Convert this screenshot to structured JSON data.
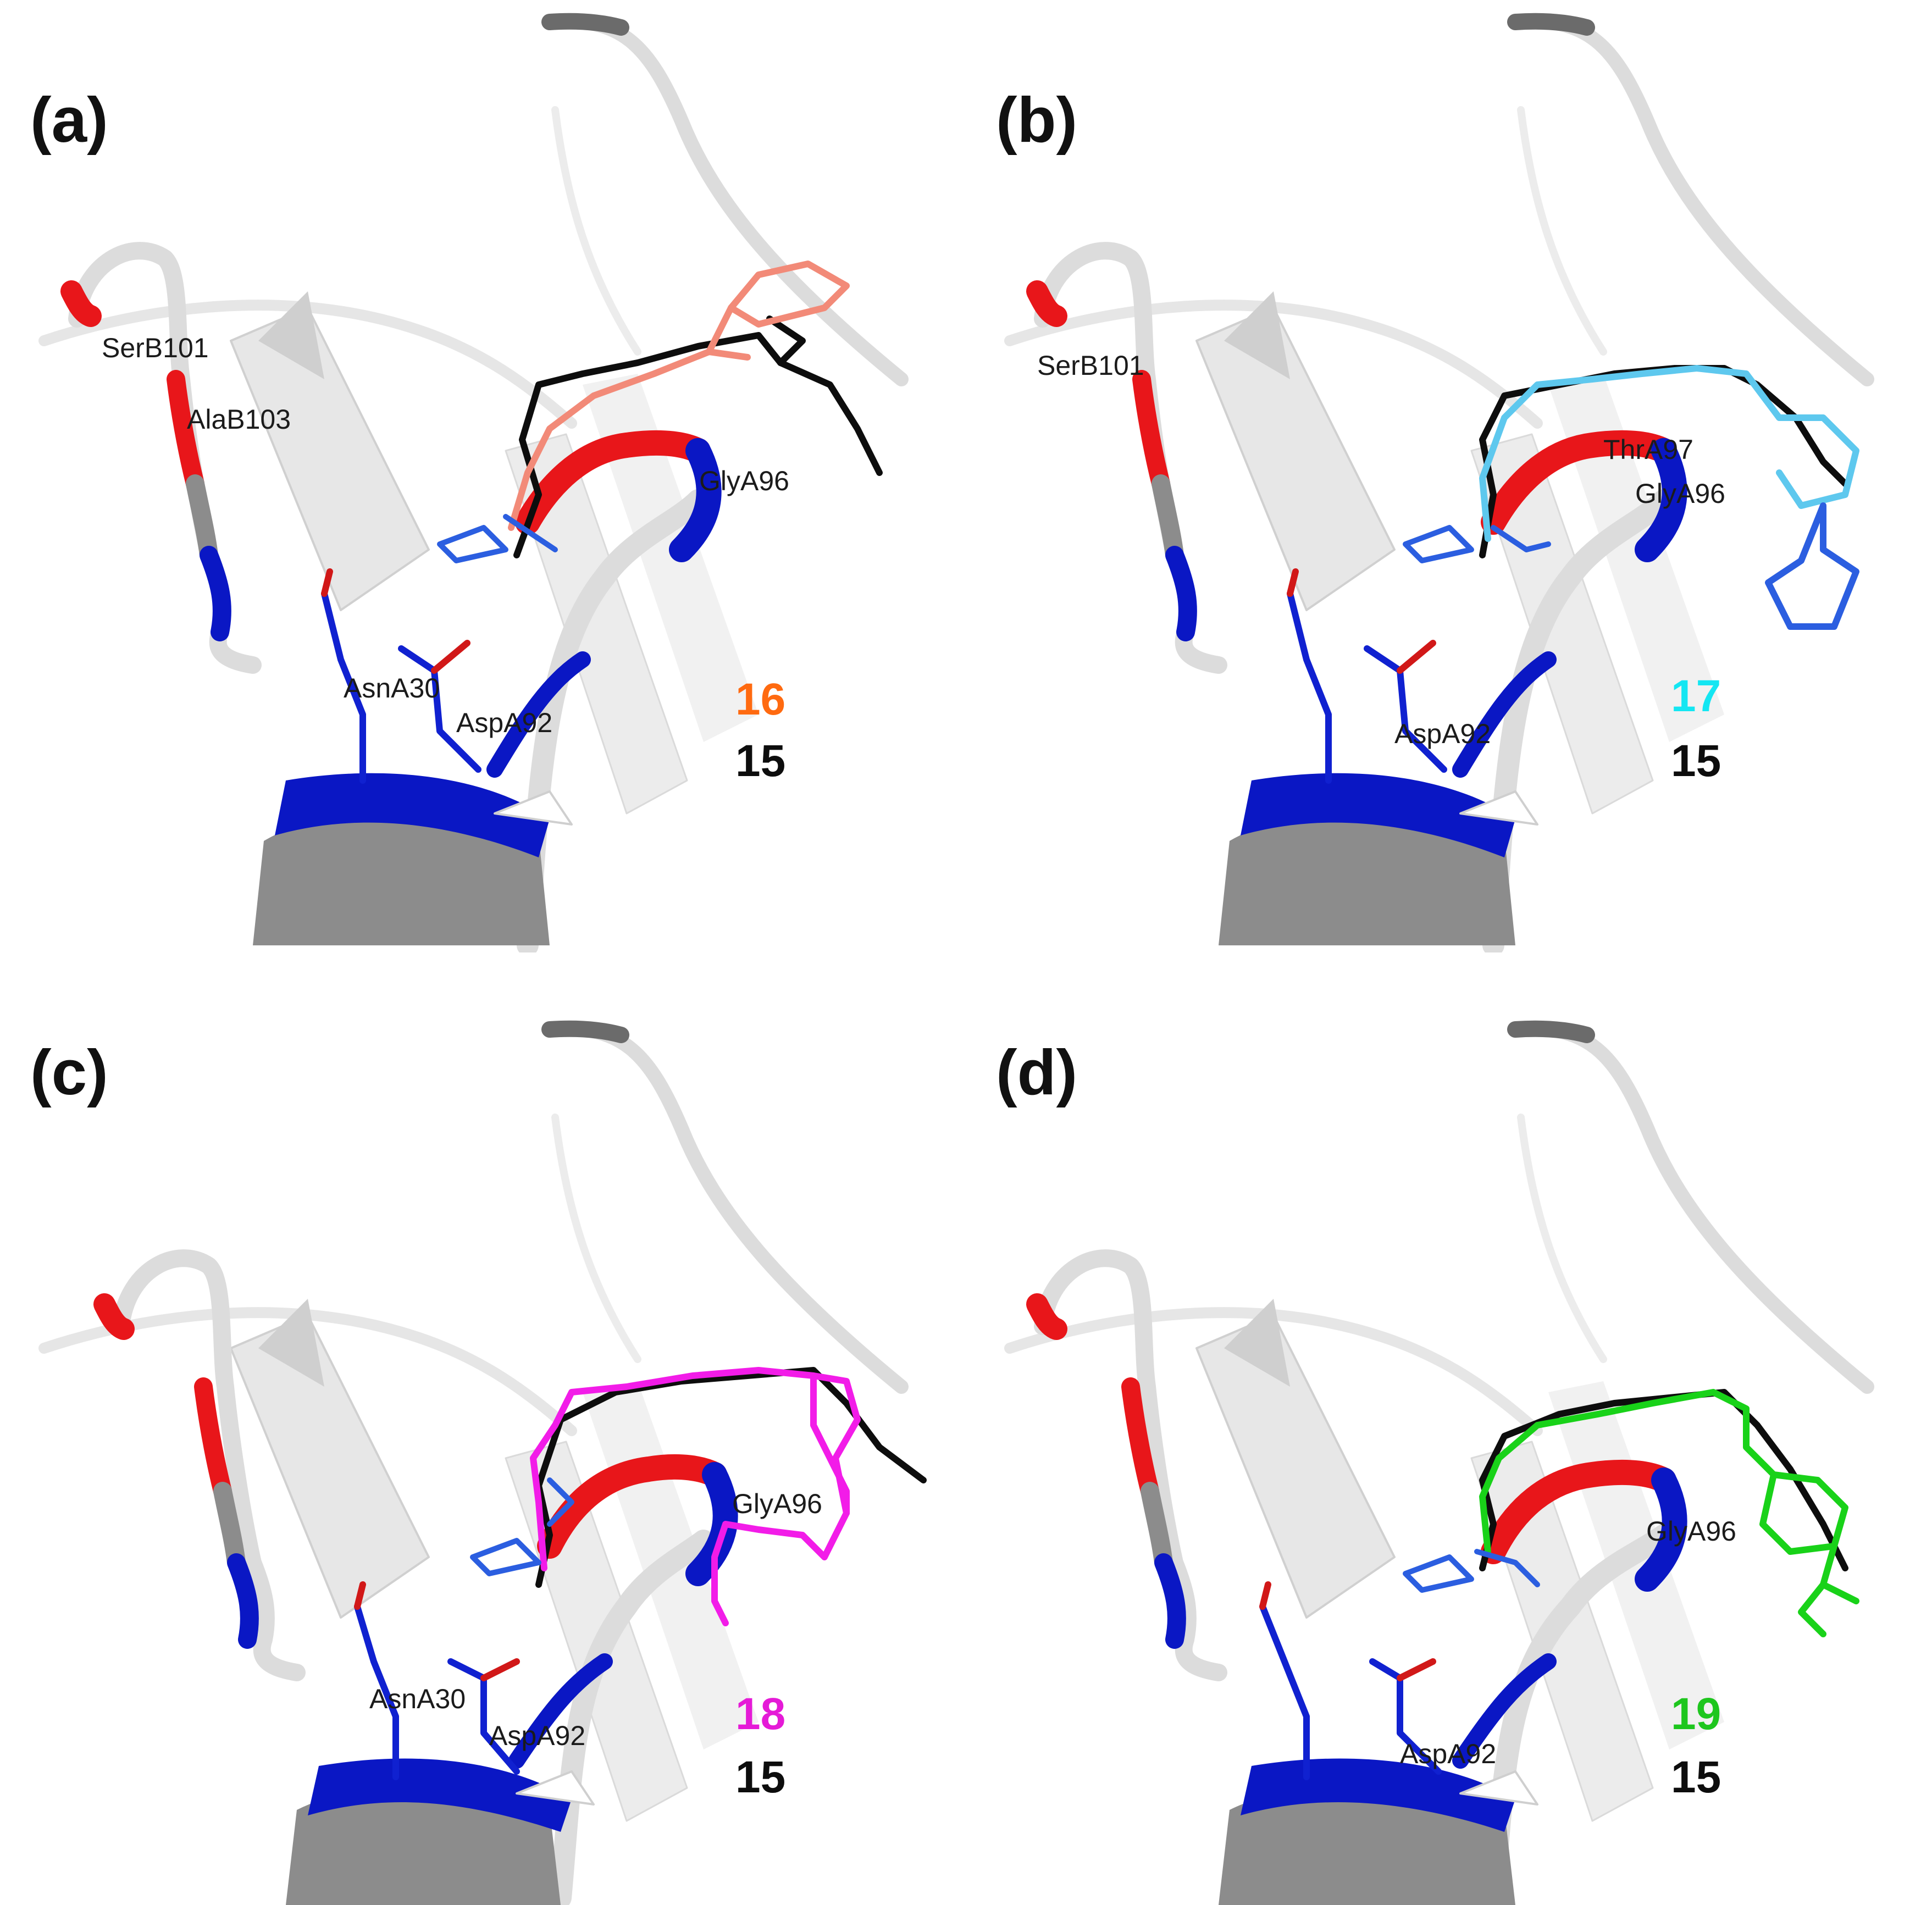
{
  "panels": [
    {
      "label": "(a)",
      "compound": "16",
      "compound_color": "#ff6a10",
      "reference": "15",
      "ligand_color": "#f28a78",
      "residues": [
        "SerB101",
        "AlaB103",
        "GlyA96",
        "AsnA30",
        "AspA92"
      ]
    },
    {
      "label": "(b)",
      "compound": "17",
      "compound_color": "#14e6f2",
      "reference": "15",
      "ligand_color": "#5ec8ee",
      "residues": [
        "SerB101",
        "ThrA97",
        "GlyA96",
        "AspA92"
      ]
    },
    {
      "label": "(c)",
      "compound": "18",
      "compound_color": "#e51ad7",
      "reference": "15",
      "ligand_color": "#f21ce8",
      "residues": [
        "GlyA96",
        "AsnA30",
        "AspA92"
      ]
    },
    {
      "label": "(d)",
      "compound": "19",
      "compound_color": "#1ec61e",
      "reference": "15",
      "ligand_color": "#19d219",
      "residues": [
        "GlyA96",
        "AspA92"
      ]
    }
  ],
  "colors": {
    "ribbon": "#d9d9d9",
    "ribbon_dark": "#8c8c8c",
    "highlight_red": "#e8161a",
    "highlight_blue": "#0a17c4",
    "reference_ligand": "#0d0d0d",
    "nitrogen": "#2b5ee0"
  }
}
